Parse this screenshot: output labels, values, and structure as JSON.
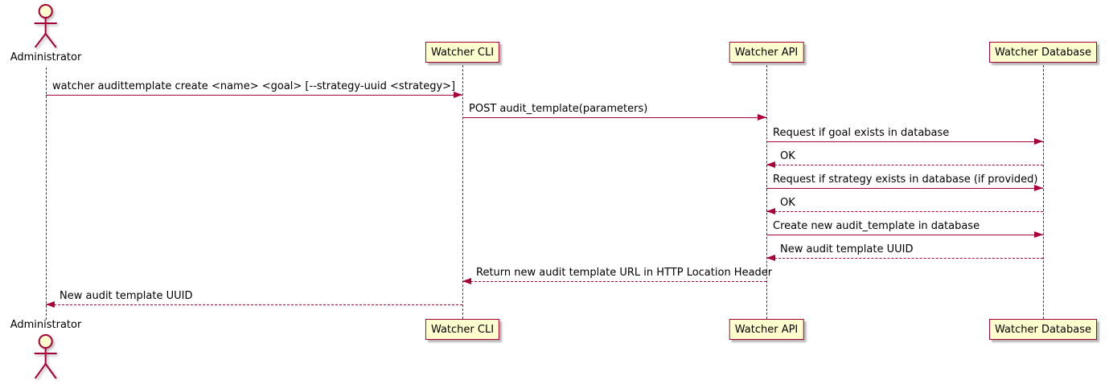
{
  "diagram": {
    "type": "sequence-diagram",
    "colors": {
      "participant_fill": "#FEFECE",
      "participant_border": "#A80036",
      "arrow_line": "#A80036",
      "text": "#000000",
      "background": "#FFFFFF"
    },
    "actors": [
      {
        "name": "Administrator"
      }
    ],
    "participants": [
      {
        "label": "Watcher CLI"
      },
      {
        "label": "Watcher API"
      },
      {
        "label": "Watcher Database"
      }
    ],
    "messages": [
      {
        "from": "Administrator",
        "to": "Watcher CLI",
        "style": "solid",
        "text": "watcher audittemplate create <name> <goal> [--strategy-uuid <strategy>]"
      },
      {
        "from": "Watcher CLI",
        "to": "Watcher API",
        "style": "solid",
        "text": "POST audit_template(parameters)"
      },
      {
        "from": "Watcher API",
        "to": "Watcher Database",
        "style": "solid",
        "text": "Request if goal exists in database"
      },
      {
        "from": "Watcher Database",
        "to": "Watcher API",
        "style": "dashed",
        "text": "OK"
      },
      {
        "from": "Watcher API",
        "to": "Watcher Database",
        "style": "solid",
        "text": "Request if strategy exists in database (if provided)"
      },
      {
        "from": "Watcher Database",
        "to": "Watcher API",
        "style": "dashed",
        "text": "OK"
      },
      {
        "from": "Watcher API",
        "to": "Watcher Database",
        "style": "solid",
        "text": "Create new audit_template in database"
      },
      {
        "from": "Watcher Database",
        "to": "Watcher API",
        "style": "dashed",
        "text": "New audit template UUID"
      },
      {
        "from": "Watcher API",
        "to": "Watcher CLI",
        "style": "dashed",
        "text": "Return new audit template URL in HTTP Location Header"
      },
      {
        "from": "Watcher CLI",
        "to": "Administrator",
        "style": "dashed",
        "text": "New audit template UUID"
      }
    ]
  }
}
